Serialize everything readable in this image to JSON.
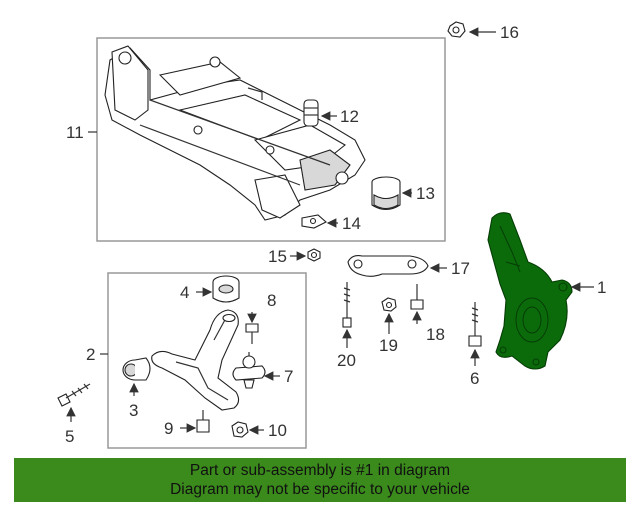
{
  "callouts": {
    "c1": "1",
    "c2": "2",
    "c3": "3",
    "c4": "4",
    "c5": "5",
    "c6": "6",
    "c7": "7",
    "c8": "8",
    "c9": "9",
    "c10": "10",
    "c11": "11",
    "c12": "12",
    "c13": "13",
    "c14": "14",
    "c15": "15",
    "c16": "16",
    "c17": "17",
    "c18": "18",
    "c19": "19",
    "c20": "20"
  },
  "highlight_color": "#0b6b0b",
  "banner_color": "#3a8a1c",
  "banner": {
    "line1": "Part or sub-assembly is #1 in diagram",
    "line2": "Diagram may not be specific to your vehicle"
  }
}
